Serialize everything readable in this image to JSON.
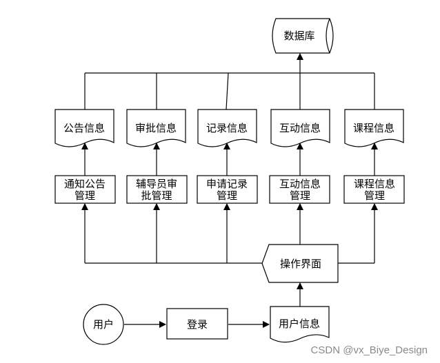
{
  "database": "数据库",
  "info_documents": [
    "公告信息",
    "审批信息",
    "记录信息",
    "互动信息",
    "课程信息"
  ],
  "modules": [
    [
      "通知公告",
      "管理"
    ],
    [
      "辅导员审",
      "批管理"
    ],
    [
      "申请记录",
      "管理"
    ],
    [
      "互动信息",
      "管理"
    ],
    [
      "课程信息",
      "管理"
    ]
  ],
  "operation_ui": "操作界面",
  "user": "用户",
  "login": "登录",
  "user_info": "用户信息",
  "watermark": "CSDN @vx_Biye_Design"
}
